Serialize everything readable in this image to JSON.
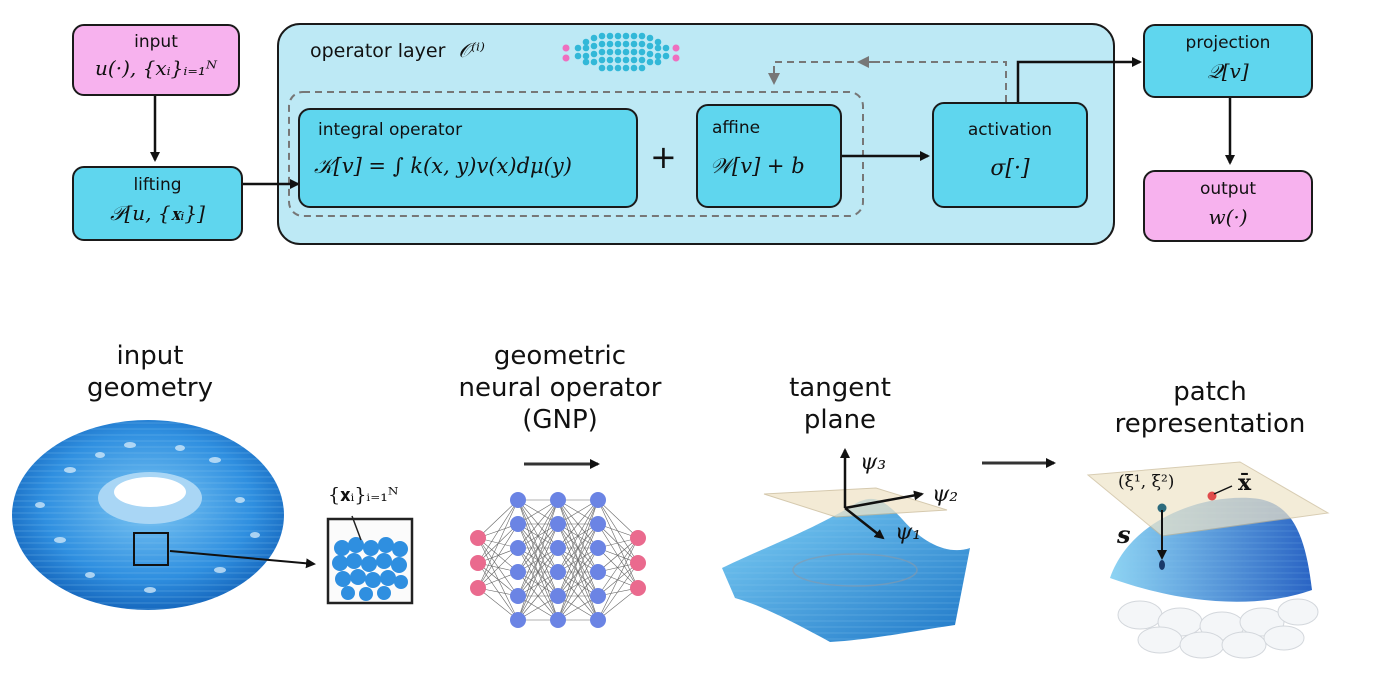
{
  "top": {
    "input": {
      "label": "input",
      "formula": "u(·), {xᵢ}ᵢ₌₁ᴺ"
    },
    "lifting": {
      "label": "lifting",
      "formula": "𝒫[u, {𝐱ᵢ}]"
    },
    "operator_layer": {
      "label": "operator layer",
      "formula": "𝒪⁽ⁱ⁾"
    },
    "integral": {
      "label": "integral operator",
      "formula": "𝒦[v] = ∫ k(x, y)v(x)dμ(y)"
    },
    "plus": "+",
    "affine": {
      "label": "affine",
      "formula": "𝒲[v] + b"
    },
    "activation": {
      "label": "activation",
      "formula": "σ[·]"
    },
    "projection": {
      "label": "projection",
      "formula": "𝒬[v]"
    },
    "output": {
      "label": "output",
      "formula": "w(·)"
    }
  },
  "bottom": {
    "input_geometry": [
      "input",
      "geometry"
    ],
    "points_label": "{𝐱ᵢ}ᵢ₌₁ᴺ",
    "gno": [
      "geometric",
      "neural operator",
      "(GNP)"
    ],
    "tangent": [
      "tangent",
      "plane"
    ],
    "psi1": "ψ₁",
    "psi2": "ψ₂",
    "psi3": "ψ₃",
    "patch": [
      "patch",
      "representation"
    ],
    "xi": "(ξ¹, ξ²)",
    "xbar": "x̄",
    "s": "s"
  },
  "colors": {
    "pink": "#f7b2ee",
    "cyan": "#5fd6ee",
    "layer_bg": "#bde9f5",
    "mesh_blue": "#2f8fe0"
  }
}
